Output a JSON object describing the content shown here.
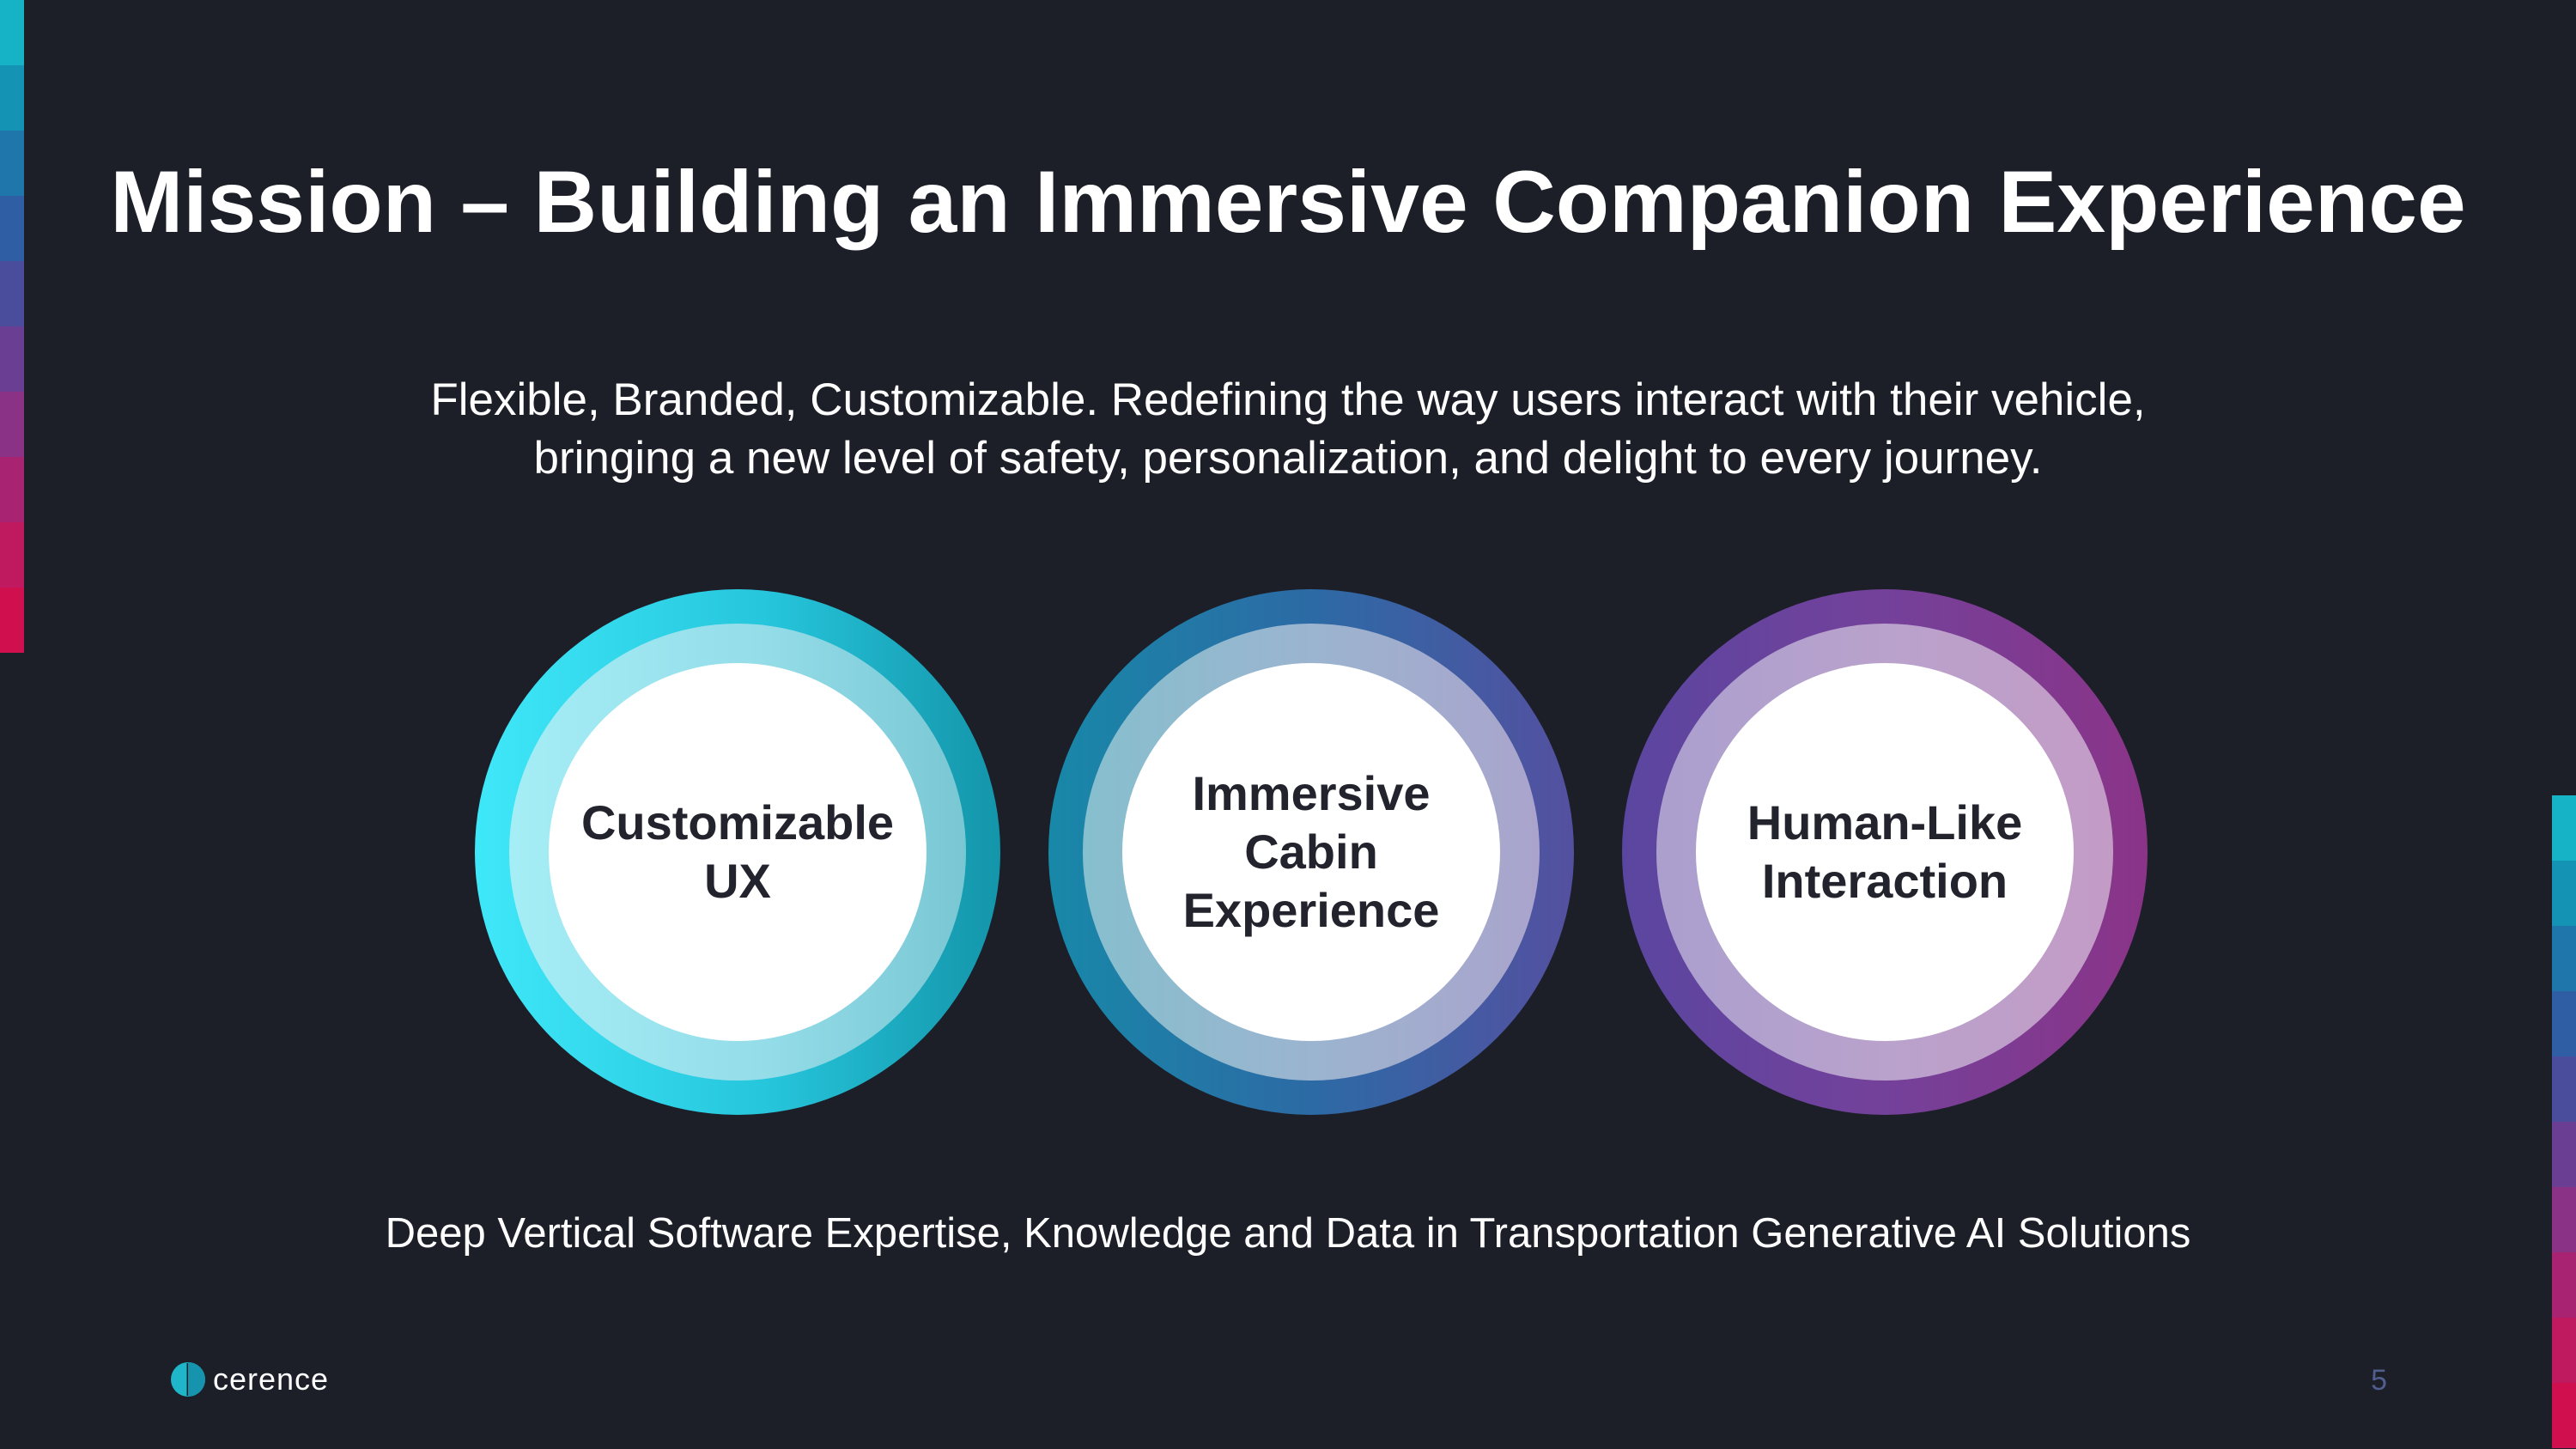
{
  "title": "Mission – Building an Immersive Companion Experience",
  "subtitle_line1": "Flexible, Branded, Customizable. Redefining the way users interact with their vehicle,",
  "subtitle_line2": "bringing a new level of safety, personalization, and delight to every journey.",
  "pillars": [
    {
      "label": "Customizable UX"
    },
    {
      "label": "Immersive Cabin Experience"
    },
    {
      "label": "Human-Like Interaction"
    }
  ],
  "tagline": "Deep Vertical Software Expertise, Knowledge and Data in Transportation Generative AI Solutions",
  "footer": {
    "logo_text": "cerence",
    "page_number": "5"
  },
  "colors": {
    "background": "#1c1e28",
    "accent_strip": [
      "#16b3c6",
      "#1593b4",
      "#1e76ab",
      "#2f5ea4",
      "#4a4d9c",
      "#6a3f93",
      "#8a3286",
      "#a82472",
      "#bf1a5f",
      "#d0104e"
    ]
  }
}
